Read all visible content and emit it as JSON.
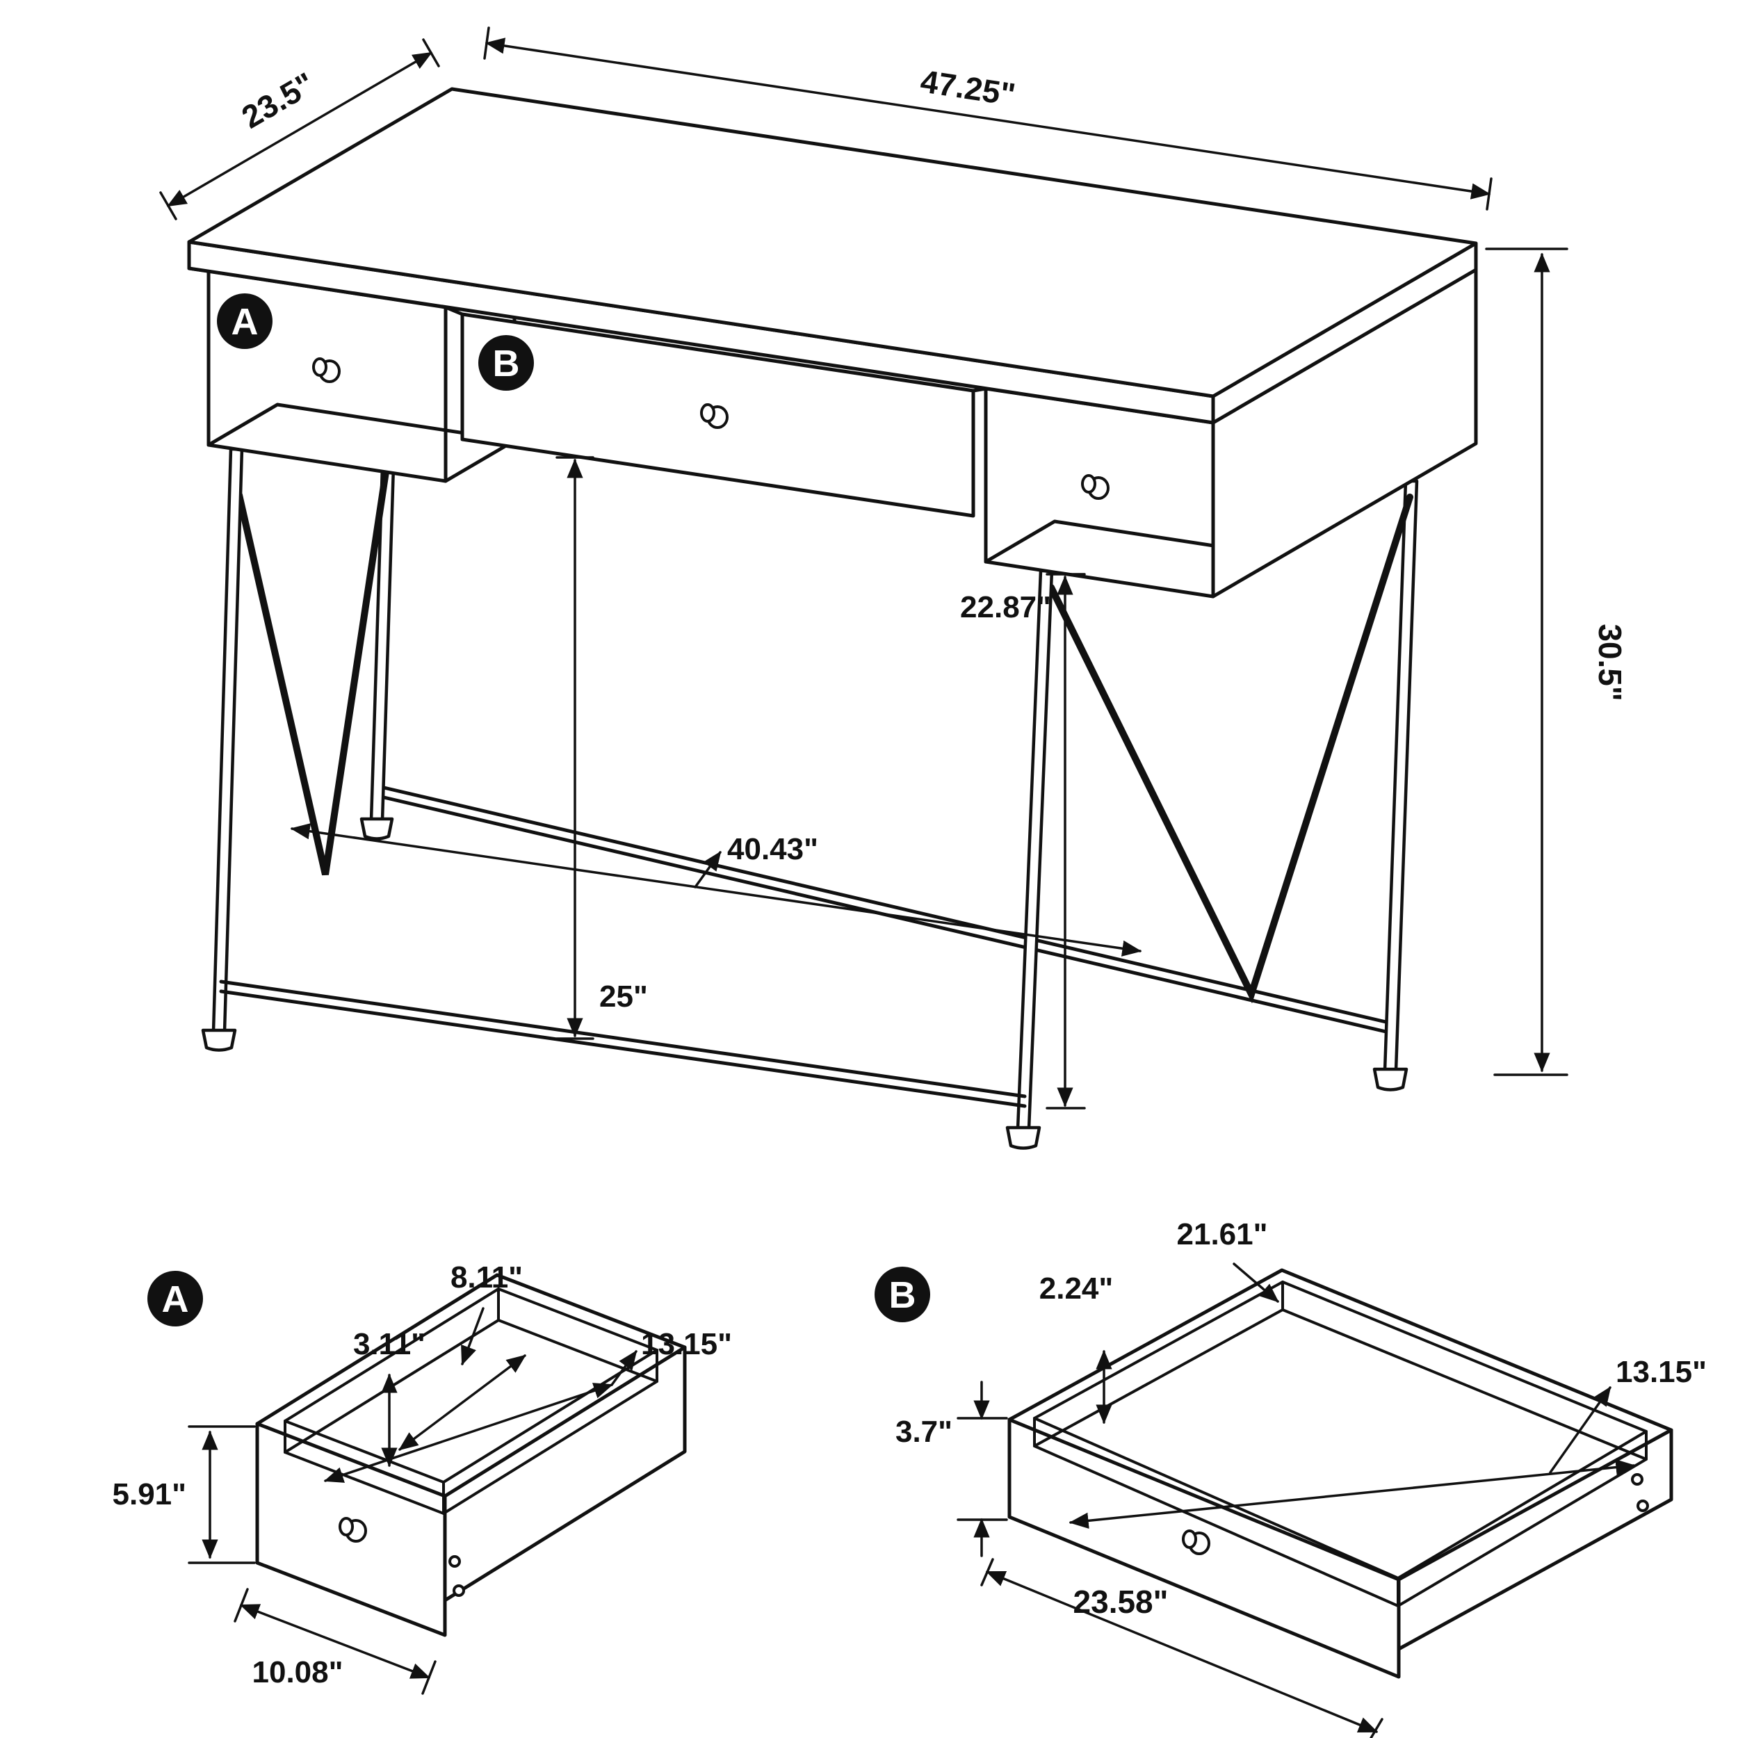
{
  "diagram": {
    "kind": "furniture-dimension-diagram",
    "colors": {
      "line": "#111111",
      "background": "#ffffff",
      "badge_fill": "#111111",
      "badge_text": "#ffffff"
    }
  },
  "main_view": {
    "badge_a": "A",
    "badge_b": "B",
    "width_label": "47.25\"",
    "depth_label": "23.5\"",
    "height_label": "30.5\"",
    "drawer_clearance_label": "22.87\"",
    "knee_clearance_label": "25\"",
    "stretcher_label": "40.43\""
  },
  "drawer_a_detail": {
    "badge": "A",
    "inner_depth_label": "8.11\"",
    "inner_height_label": "3.11\"",
    "inner_width_label": "13.15\"",
    "front_height_label": "5.91\"",
    "front_width_label": "10.08\""
  },
  "drawer_b_detail": {
    "badge": "B",
    "inner_length_label": "21.61\"",
    "inner_height_label": "2.24\"",
    "inner_width_label": "13.15\"",
    "front_height_label": "3.7\"",
    "front_width_label": "23.58\""
  }
}
